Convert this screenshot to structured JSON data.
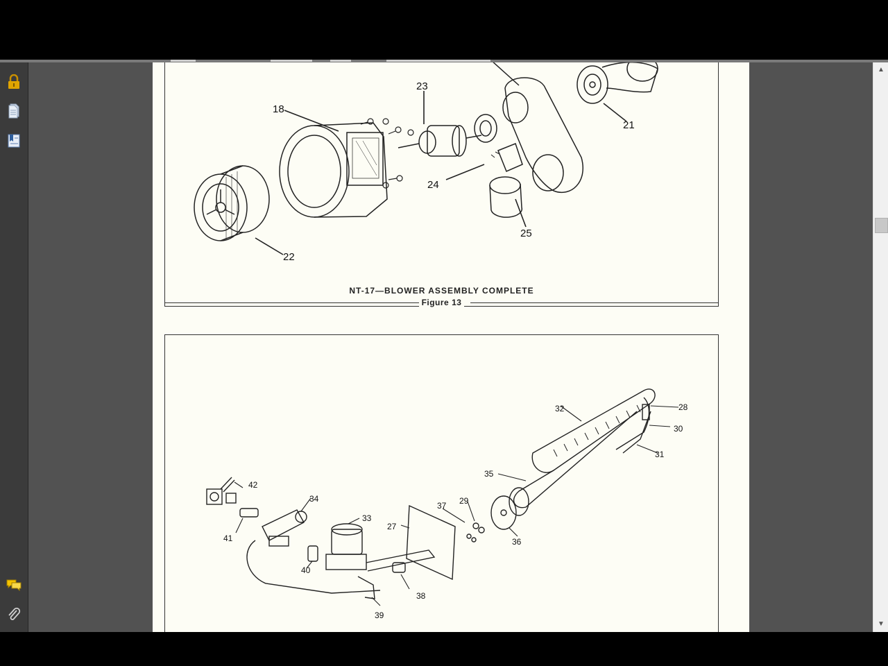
{
  "toolbar": {
    "icons": [
      "lock-icon",
      "pages-icon",
      "bookmarks-icon",
      "comments-icon",
      "attachment-icon"
    ]
  },
  "document": {
    "figure1": {
      "title": "NT-17—BLOWER ASSEMBLY COMPLETE",
      "subtitle": "Figure 13",
      "callouts": [
        "18",
        "21",
        "22",
        "23",
        "24",
        "25"
      ]
    },
    "figure2": {
      "callouts": [
        "27",
        "28",
        "29",
        "30",
        "31",
        "32",
        "33",
        "34",
        "35",
        "36",
        "37",
        "38",
        "39",
        "40",
        "41",
        "42"
      ]
    }
  },
  "scrollbar": {
    "up_arrow": "▲",
    "down_arrow": "▼"
  },
  "colors": {
    "page_bg": "#fdfdf5",
    "viewer_bg": "#525252",
    "rail_bg": "#3b3b3b",
    "accent_icon": "#e0a400"
  }
}
